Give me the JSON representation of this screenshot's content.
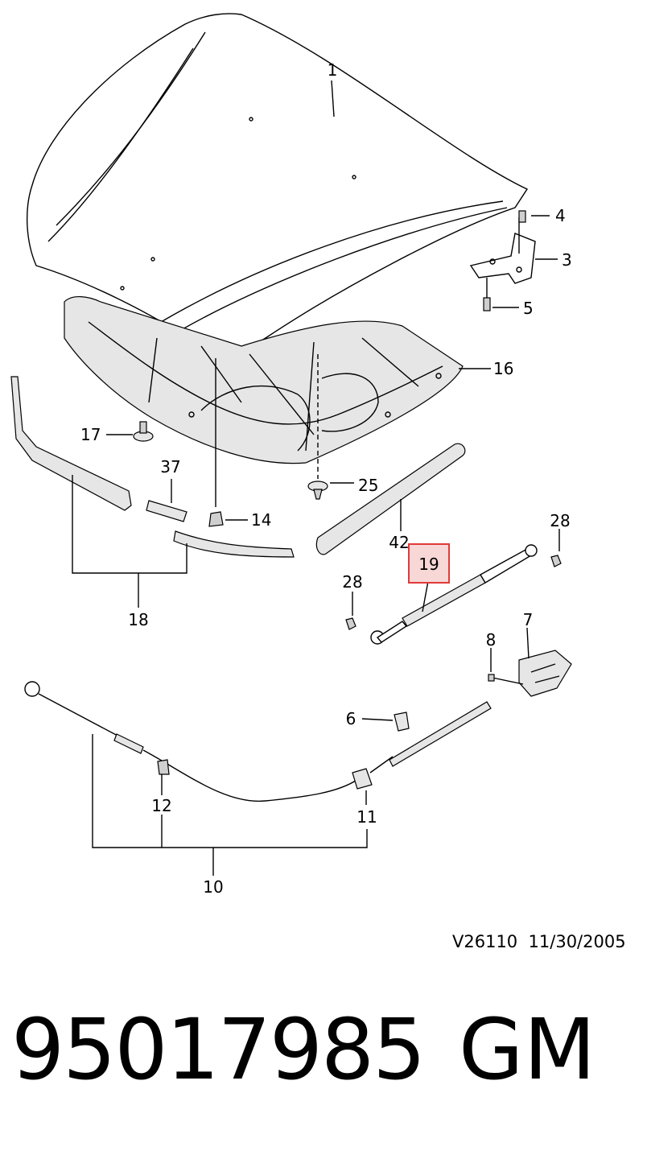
{
  "diagram": {
    "callouts": [
      "1",
      "3",
      "4",
      "5",
      "16",
      "17",
      "25",
      "37",
      "14",
      "42",
      "18",
      "28",
      "19",
      "7",
      "8",
      "6",
      "12",
      "11",
      "10"
    ],
    "highlight": {
      "label": "19",
      "color": "#e03a3a"
    }
  },
  "footer": {
    "drawing_id": "V26110",
    "date": "11/30/2005"
  },
  "part": {
    "number": "95017985",
    "brand": "GM"
  }
}
